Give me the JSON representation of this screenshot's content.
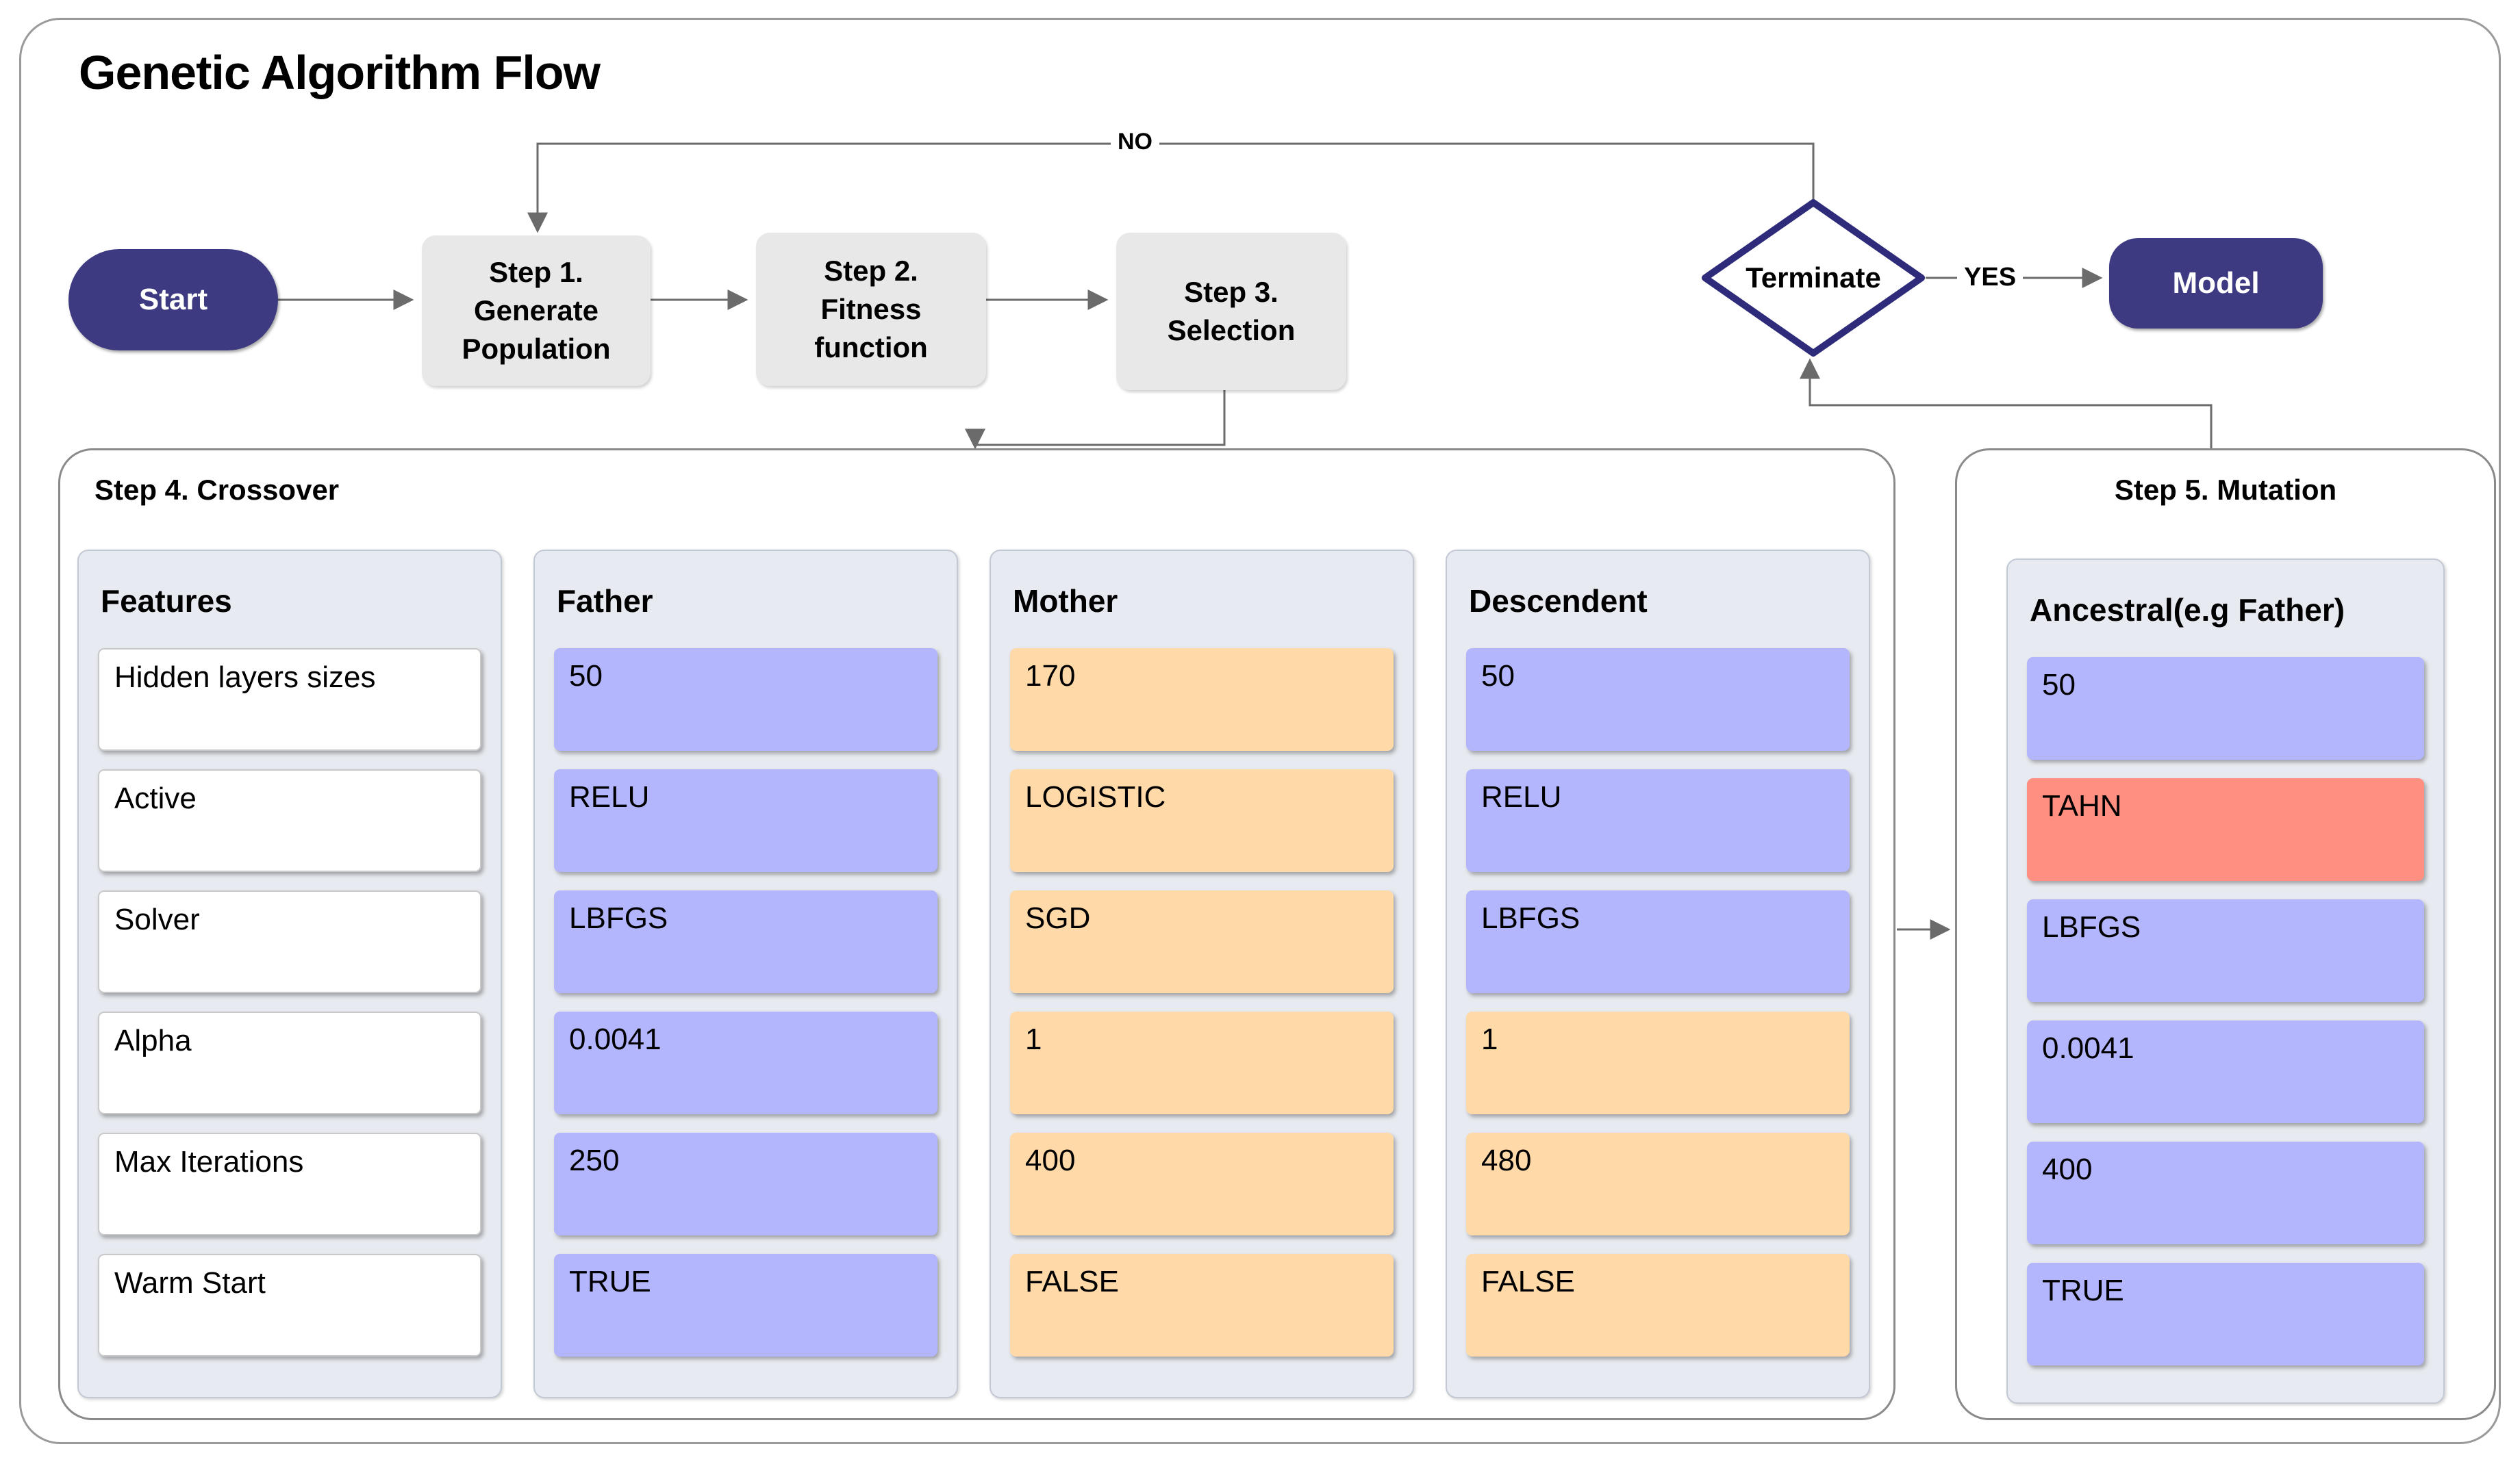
{
  "title": "Genetic Algorithm Flow",
  "flow": {
    "start_label": "Start",
    "steps": [
      {
        "lines": [
          "Step 1.",
          "Generate",
          "Population"
        ]
      },
      {
        "lines": [
          "Step 2.",
          "Fitness",
          "function"
        ]
      },
      {
        "lines": [
          "Step 3.",
          "Selection"
        ]
      }
    ],
    "terminate_label": "Terminate",
    "model_label": "Model",
    "no_label": "NO",
    "yes_label": "YES"
  },
  "step4": {
    "title": "Step 4. Crossover",
    "columns": [
      {
        "header": "Features",
        "cells": [
          {
            "text": "Hidden layers sizes",
            "color": "white"
          },
          {
            "text": "Active",
            "color": "white"
          },
          {
            "text": "Solver",
            "color": "white"
          },
          {
            "text": "Alpha",
            "color": "white"
          },
          {
            "text": "Max Iterations",
            "color": "white"
          },
          {
            "text": "Warm Start",
            "color": "white"
          }
        ]
      },
      {
        "header": "Father",
        "cells": [
          {
            "text": "50",
            "color": "purple"
          },
          {
            "text": "RELU",
            "color": "purple"
          },
          {
            "text": "LBFGS",
            "color": "purple"
          },
          {
            "text": "0.0041",
            "color": "purple"
          },
          {
            "text": "250",
            "color": "purple"
          },
          {
            "text": "TRUE",
            "color": "purple"
          }
        ]
      },
      {
        "header": "Mother",
        "cells": [
          {
            "text": "170",
            "color": "orange"
          },
          {
            "text": "LOGISTIC",
            "color": "orange"
          },
          {
            "text": "SGD",
            "color": "orange"
          },
          {
            "text": "1",
            "color": "orange"
          },
          {
            "text": "400",
            "color": "orange"
          },
          {
            "text": "FALSE",
            "color": "orange"
          }
        ]
      },
      {
        "header": "Descendent",
        "cells": [
          {
            "text": "50",
            "color": "purple"
          },
          {
            "text": "RELU",
            "color": "purple"
          },
          {
            "text": "LBFGS",
            "color": "purple"
          },
          {
            "text": "1",
            "color": "orange"
          },
          {
            "text": "480",
            "color": "orange"
          },
          {
            "text": "FALSE",
            "color": "orange"
          }
        ]
      }
    ]
  },
  "step5": {
    "title": "Step 5. Mutation",
    "columns": [
      {
        "header": "Ancestral(e.g Father)",
        "cells": [
          {
            "text": "50",
            "color": "purple"
          },
          {
            "text": "TAHN",
            "color": "salmon"
          },
          {
            "text": "LBFGS",
            "color": "purple"
          },
          {
            "text": "0.0041",
            "color": "purple"
          },
          {
            "text": "400",
            "color": "purple"
          },
          {
            "text": "TRUE",
            "color": "purple"
          }
        ]
      }
    ]
  },
  "palette": {
    "navy": "#3d3a82",
    "diamond_border": "#2e2c7a",
    "step_box_gray": "#e8e8e8",
    "column_bg": "#e7eaf0",
    "purple": "#b3b5fd",
    "orange": "#ffd9a8",
    "salmon": "#ff8f80",
    "white": "#ffffff",
    "line_gray": "#555555"
  }
}
